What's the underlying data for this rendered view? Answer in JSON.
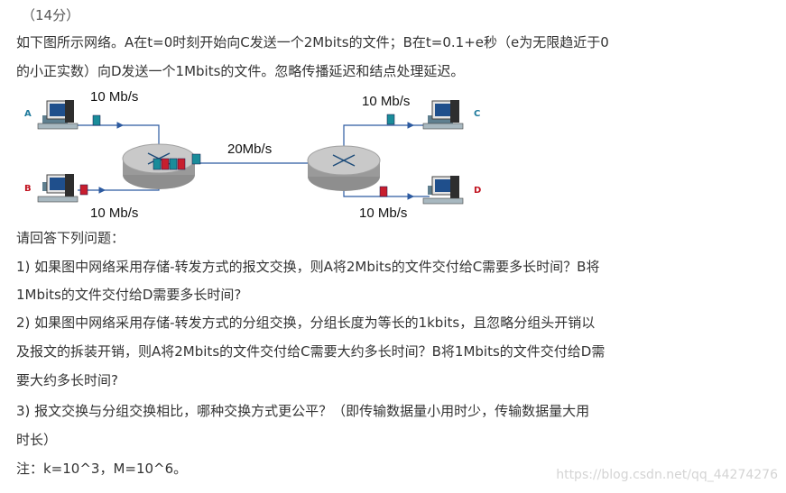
{
  "question": {
    "points": "（14分）",
    "intro": [
      "如下图所示网络。A在t=0时刻开始向C发送一个2Mbits的文件；B在t=0.1+e秒（e为无限趋近于0",
      "的小正实数）向D发送一个1Mbits的文件。忽略传播延迟和结点处理延迟。"
    ],
    "prompt": "请回答下列问题：",
    "questions": [
      "1) 如果图中网络采用存储-转发方式的报文交换，则A将2Mbits的文件交付给C需要多长时间？B将",
      "1Mbits的文件交付给D需要多长时间?",
      "2) 如果图中网络采用存储-转发方式的分组交换，分组长度为等长的1kbits，且忽略分组头开销以",
      "及报文的拆装开销，则A将2Mbits的文件交付给C需要大约多长时间？B将1Mbits的文件交付给D需",
      "要大约多长时间?",
      "3) 报文交换与分组交换相比，哪种交换方式更公平？（即传输数据量小用时少，传输数据量大用",
      "时长）"
    ],
    "note": "注：k=10^3，M=10^6。"
  },
  "diagram": {
    "link_labels": {
      "a_link": "10 Mb/s",
      "b_link": "10 Mb/s",
      "router_link": "20Mb/s",
      "c_link": "10 Mb/s",
      "d_link": "10 Mb/s"
    },
    "nodes": {
      "a": "A",
      "b": "B",
      "c": "C",
      "d": "D"
    },
    "colors": {
      "node_a_c": "#1f7a9c",
      "node_b_d": "#c1121f",
      "router": "#b3b3b3",
      "link": "#2c5aa0",
      "packet_teal": "#1a8c9a",
      "packet_red": "#c81e2e"
    }
  },
  "watermark": "https://blog.csdn.net/qq_44274276"
}
